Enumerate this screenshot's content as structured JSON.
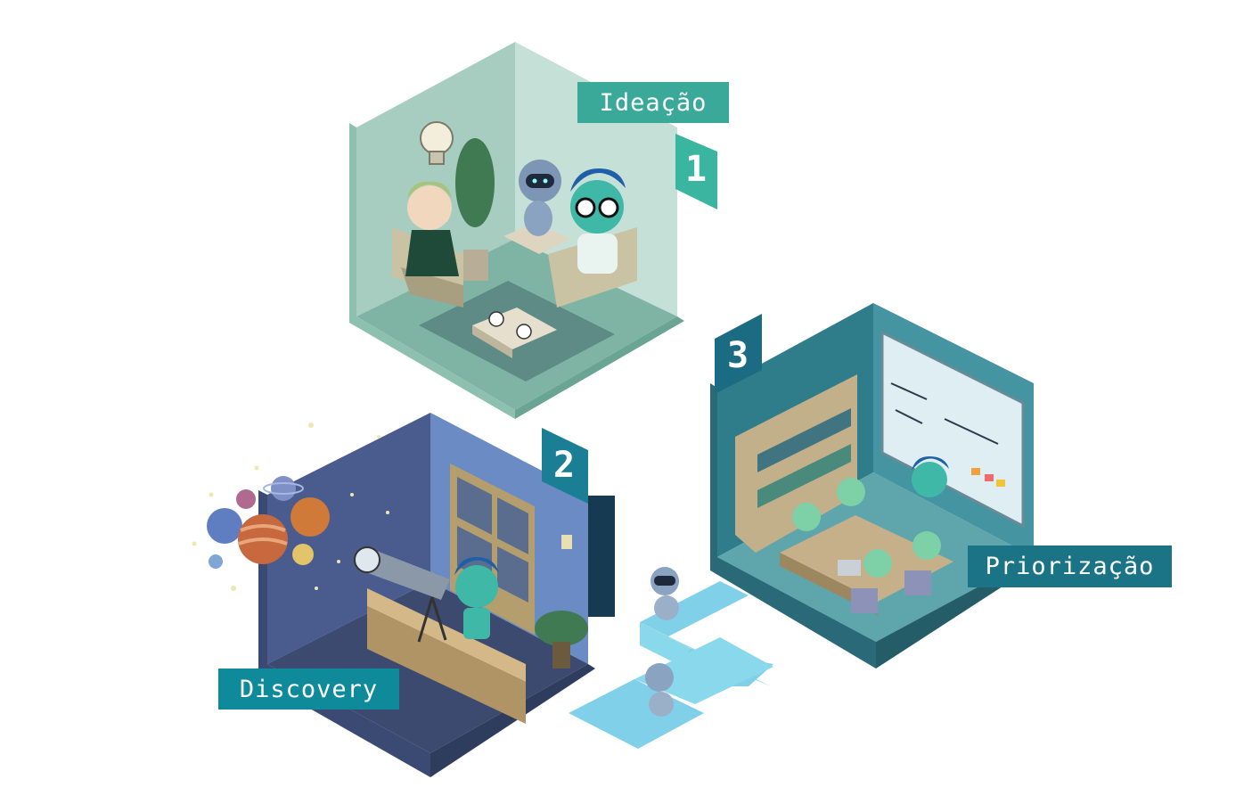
{
  "stages": [
    {
      "number": "1",
      "label": "Ideação"
    },
    {
      "number": "2",
      "label": "Discovery"
    },
    {
      "number": "3",
      "label": "Priorização"
    }
  ],
  "colors": {
    "ideacao_accent": "#3aa999",
    "discovery_accent": "#0f8a9a",
    "priorizacao_accent": "#1b7485",
    "room1_wall": "#9cc8b9",
    "room2_wall": "#3e5a8a",
    "room3_wall": "#2f7d8a",
    "path_tiles": "#7fd0e8"
  }
}
